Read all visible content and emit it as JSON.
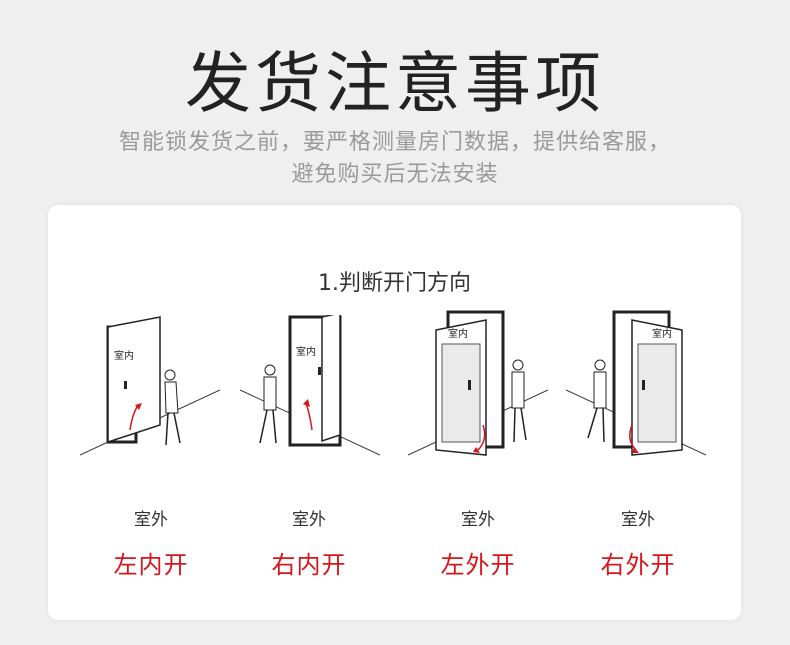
{
  "header": {
    "title": "发货注意事项",
    "subtitle_line1": "智能锁发货之前，要严格测量房门数据，提供给客服，",
    "subtitle_line2": "避免购买后无法安装"
  },
  "card": {
    "section_title": "1.判断开门方向",
    "items": [
      {
        "room_label": "室内",
        "outside_label": "室外",
        "direction": "左内开"
      },
      {
        "room_label": "室内",
        "outside_label": "室外",
        "direction": "右内开"
      },
      {
        "room_label": "室内",
        "outside_label": "室外",
        "direction": "左外开"
      },
      {
        "room_label": "室内",
        "outside_label": "室外",
        "direction": "右外开"
      }
    ]
  },
  "colors": {
    "direction_text": "#d8141c",
    "background": "#efefef",
    "card": "#ffffff"
  }
}
